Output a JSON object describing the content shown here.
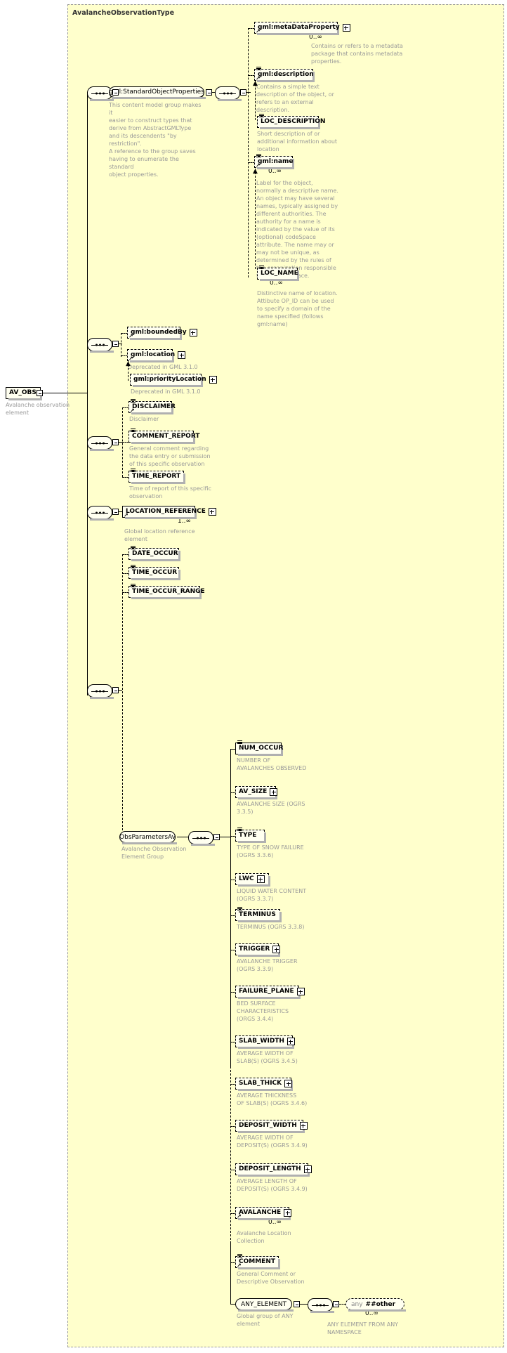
{
  "diagram": {
    "title": "AvalancheObservationType",
    "type": "xml-schema-tree",
    "root": {
      "name": "AV_OBS",
      "doc": "Avalanche observation\nelement"
    },
    "colors": {
      "background": "#ffffcc",
      "node_fill": "#fffff0",
      "line": "#000000",
      "doc_text": "#999999",
      "title_text": "#333333",
      "shadow": "#b0b0b0"
    },
    "groups": {
      "standard_object_properties": "gml:StandardObjectProperties",
      "standard_object_properties_doc": "This content model group makes it\neasier to construct types that\n    derive from AbstractGMLType\nand its descendents \"by restriction\".\n    A reference to the group saves\nhaving to enumerate the standard\nobject properties.",
      "obs_parameters": "ObsParametersAv",
      "obs_parameters_doc": "Avalanche Observation\nElement Group",
      "any_element": "ANY_ELEMENT",
      "any_element_doc": "Global group of ANY\nelement"
    },
    "nodes": {
      "metadata_property": {
        "label": "gml:metaDataProperty",
        "card": "0..∞",
        "doc": "Contains or refers to a metadata\npackage that contains metadata\nproperties."
      },
      "description": {
        "label": "gml:description",
        "card": "",
        "doc": "Contains a simple text\ndescription of the object, or\nrefers to an external\ndescription."
      },
      "loc_description": {
        "label": "LOC_DESCRIPTION",
        "card": "",
        "doc": "Short description of or\nadditional information about\nlocation"
      },
      "name": {
        "label": "gml:name",
        "card": "0..∞",
        "doc": "Label for the object,\nnormally a descriptive name.\nAn object may have several\nnames, typically assigned by\ndifferent authorities.  The\nauthority for a name is\nindicated by the value of its\n(optional) codeSpace\nattribute.  The name may or\nmay not be unique, as\ndetermined by the rules of\nthe organization responsible\nfor the codeSpace."
      },
      "loc_name": {
        "label": "LOC_NAME",
        "card": "0..∞",
        "doc": "Distinctive name of location.\nAttibute OP_ID can be used\nto specify a domain of the\nname specified (follows\ngml:name)"
      },
      "bounded_by": {
        "label": "gml:boundedBy",
        "card": "",
        "doc": ""
      },
      "location": {
        "label": "gml:location",
        "card": "",
        "doc": "Deprecated in GML 3.1.0"
      },
      "priority_location": {
        "label": "gml:priorityLocation",
        "card": "",
        "doc": "Deprecated in GML 3.1.0"
      },
      "disclaimer": {
        "label": "DISCLAIMER",
        "card": "",
        "doc": "Disclaimer"
      },
      "comment_report": {
        "label": "COMMENT_REPORT",
        "card": "",
        "doc": "General comment regarding\nthe data entry or submission\nof this specific observation"
      },
      "time_report": {
        "label": "TIME_REPORT",
        "card": "",
        "doc": "Time of report of this specific\nobservation"
      },
      "location_reference": {
        "label": "LOCATION_REFERENCE",
        "card": "1..∞",
        "doc": "Global location reference\nelement"
      },
      "date_occur": {
        "label": "DATE_OCCUR",
        "card": "",
        "doc": ""
      },
      "time_occur": {
        "label": "TIME_OCCUR",
        "card": "",
        "doc": ""
      },
      "time_occur_range": {
        "label": "TIME_OCCUR_RANGE",
        "card": "",
        "doc": ""
      },
      "num_occur": {
        "label": "NUM_OCCUR",
        "card": "",
        "doc": "NUMBER OF\nAVALANCHES OBSERVED"
      },
      "av_size": {
        "label": "AV_SIZE",
        "card": "",
        "doc": "AVALANCHE SIZE (OGRS\n3.3.5)"
      },
      "type": {
        "label": "TYPE",
        "card": "",
        "doc": "TYPE OF SNOW FAILURE\n(OGRS 3.3.6)"
      },
      "lwc": {
        "label": "LWC",
        "card": "",
        "doc": "LIQUID WATER CONTENT\n(OGRS 3.3.7)"
      },
      "terminus": {
        "label": "TERMINUS",
        "card": "",
        "doc": "TERMINUS (OGRS 3.3.8)"
      },
      "trigger": {
        "label": "TRIGGER",
        "card": "",
        "doc": "AVALANCHE TRIGGER\n(OGRS 3.3.9)"
      },
      "failure_plane": {
        "label": "FAILURE_PLANE",
        "card": "",
        "doc": "BED SURFACE\nCHARACTERISTICS\n(ORGS 3.4.4)"
      },
      "slab_width": {
        "label": "SLAB_WIDTH",
        "card": "",
        "doc": "AVERAGE WIDTH OF\nSLAB(S) (OGRS 3.4.5)"
      },
      "slab_thick": {
        "label": "SLAB_THICK",
        "card": "",
        "doc": "AVERAGE THICKNESS\nOF SLAB(S) (OGRS 3.4.6)"
      },
      "deposit_width": {
        "label": "DEPOSIT_WIDTH",
        "card": "",
        "doc": "AVERAGE WIDTH OF\nDEPOSIT(S) (OGRS 3.4.9)"
      },
      "deposit_length": {
        "label": "DEPOSIT_LENGTH",
        "card": "",
        "doc": "AVERAGE LENGTH OF\nDEPOSIT(S) (OGRS 3.4.9)"
      },
      "avalanche": {
        "label": "AVALANCHE",
        "card": "0..∞",
        "doc": "Avalanche Location\nCollection"
      },
      "comment": {
        "label": "COMMENT",
        "card": "",
        "doc": "General Comment or\nDescriptive Observation"
      },
      "any_other": {
        "label_keyword": "any",
        "label_ns": "##other",
        "card": "0..∞",
        "doc": "ANY ELEMENT FROM ANY\nNAMESPACE"
      }
    }
  }
}
